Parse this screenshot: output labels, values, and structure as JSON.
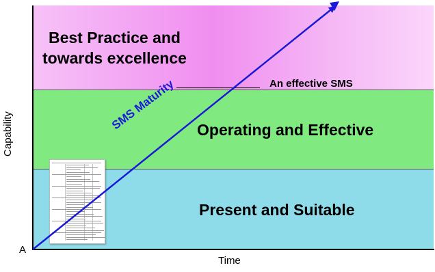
{
  "bands": {
    "top": {
      "line1": "Best Practice and",
      "line2": "towards excellence",
      "color": "#f08ef0"
    },
    "middle": {
      "label": "Operating and Effective",
      "color": "#80ea80"
    },
    "bottom": {
      "label": "Present and Suitable",
      "color": "#8edcea"
    }
  },
  "threshold_label": "An effective SMS",
  "arrow": {
    "label": "SMS Maturity",
    "color": "#1a1ad6"
  },
  "axes": {
    "y_label": "Capability",
    "x_label": "Time",
    "origin_label": "A"
  },
  "document_thumbnail": {
    "icon": "checklist-document-icon"
  }
}
